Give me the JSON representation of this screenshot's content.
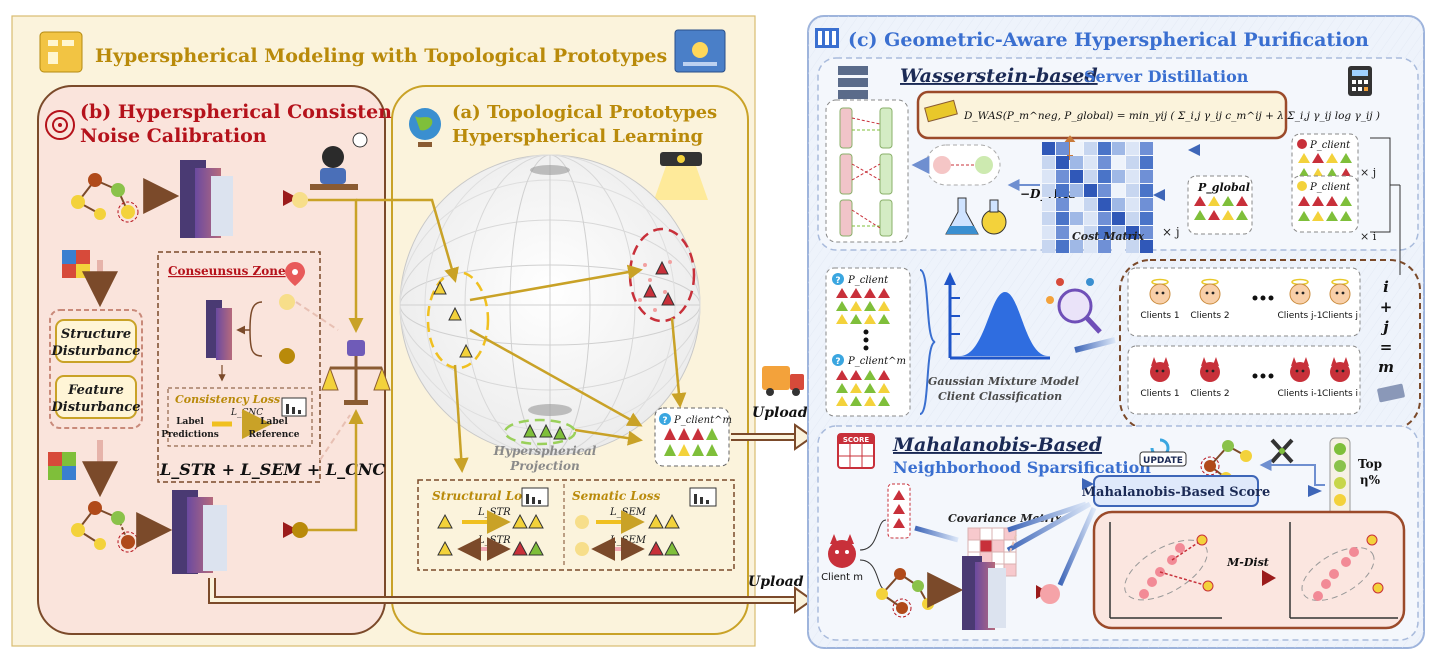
{
  "colors": {
    "gold": "#b98a0a",
    "dark_red": "#b5121b",
    "blue": "#3a6fd0",
    "brown": "#7b4a2a",
    "left_panel_bg": "#fbf3dc",
    "right_panel_bg": "#eef3fb",
    "pink_bg": "#fbe6e0",
    "triangle_gold": "#e9c82a",
    "triangle_red": "#c8303a",
    "triangle_green": "#7fbf3a"
  },
  "left": {
    "title": "Hyperspherical Modeling with Topological Prototypes",
    "section_b": {
      "title_line1": "(b) Hyperspherical Consistency",
      "title_line2": "Noise Calibration",
      "structure_line1": "Structure",
      "structure_line2": "Disturbance",
      "feature_line1": "Feature",
      "feature_line2": "Disturbance",
      "consensus_zone": "Conseunsus Zone",
      "consistency_loss": "Consistency Loss",
      "l_cnc": "L_CNC",
      "label_predictions_1": "Label",
      "label_predictions_2": "Predictions",
      "label_reference_1": "Label",
      "label_reference_2": "Reference",
      "total_loss": "L_STR + L_SEM + L_CNC"
    },
    "section_a": {
      "title_line1": "(a) Topological Prototypes",
      "title_line2": "Hyperspherical Learning",
      "projection_1": "Hyperspherical",
      "projection_2": "Projection",
      "prototype_label": "P_client^m",
      "structural_loss": "Structural Loss",
      "sematic_loss": "Sematic Loss",
      "l_str": "L_STR",
      "l_sem": "L_SEM"
    }
  },
  "uploads": [
    "Upload",
    "Upload"
  ],
  "right": {
    "title": "(c) Geometric-Aware Hyperspherical Purification",
    "wasserstein": {
      "title_italic": "Wasserstein-based",
      "title_rest": " Server Distillation",
      "formula": "D_WAS(P_m^neg, P_global) = min_γij ( Σ_i,j γ_ij c_m^ij + λ Σ_i,j γ_ij log γ_ij )",
      "neg_d": "−D_WAS",
      "cost_matrix": "Cost Matrix",
      "times_j": "× j",
      "times_i": "× i",
      "p_client": "P_client",
      "p_global": "P_global"
    },
    "gmm": {
      "line1": "Gaussian Mixture Model",
      "line2": "Client Classification",
      "clean_clients": [
        "Clients 1",
        "Clients 2",
        "Clients j-1",
        "Clients j"
      ],
      "noisy_clients": [
        "Clients 1",
        "Clients 2",
        "Clients i-1",
        "Clients i"
      ],
      "eq": [
        "i",
        "+",
        "j",
        "=",
        "m"
      ]
    },
    "mahalanobis": {
      "title_italic": "Mahalanobis-Based",
      "subtitle": "Neighborhood Sparsification",
      "score_box": "Mahalanobis-Based Score",
      "covariance": "Covariance Matrix",
      "client_m": "Client m",
      "m_dist": "M-Dist",
      "top_1": "Top",
      "top_2": "η%",
      "update_badge": "UPDATE",
      "score_badge": "SCORE"
    }
  }
}
